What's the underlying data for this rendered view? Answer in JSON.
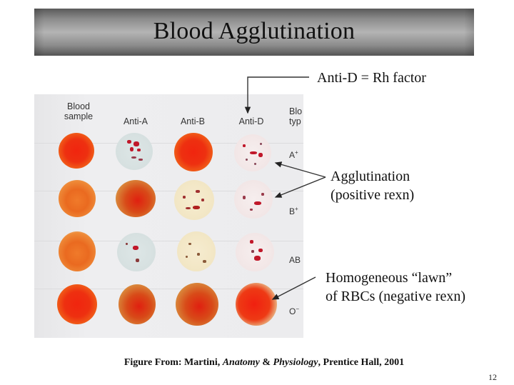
{
  "slide": {
    "title": "Blood Agglutination",
    "page_number": "12"
  },
  "figure": {
    "column_headers": [
      {
        "line1": "Blood",
        "line2": "sample"
      },
      {
        "line1": "",
        "line2": "Anti-A"
      },
      {
        "line1": "",
        "line2": "Anti-B"
      },
      {
        "line1": "",
        "line2": "Anti-D"
      },
      {
        "line1": "Blo",
        "line2": "typ"
      }
    ],
    "rows": [
      {
        "type": "A",
        "rh": "+",
        "results": [
          "sample",
          "agglutination",
          "negative",
          "agglutination"
        ]
      },
      {
        "type": "B",
        "rh": "+",
        "results": [
          "sample",
          "negative",
          "agglutination",
          "agglutination"
        ]
      },
      {
        "type": "AB",
        "rh": "",
        "results": [
          "sample",
          "agglutination",
          "agglutination",
          "agglutination"
        ]
      },
      {
        "type": "O",
        "rh": "−",
        "results": [
          "sample",
          "negative",
          "negative",
          "negative"
        ]
      }
    ]
  },
  "annotations": {
    "anti_d": "Anti-D = Rh factor",
    "agglutination_line1": "Agglutination",
    "agglutination_line2": "(positive rexn)",
    "homogeneous_line1": "Homogeneous “lawn”",
    "homogeneous_line2": "of RBCs (negative rexn)"
  },
  "footer": {
    "prefix": "Figure From: Martini, ",
    "book_part1": "Anatomy",
    "amp": " & ",
    "book_part2": "Physiology",
    "suffix": ", Prentice Hall, 2001"
  }
}
